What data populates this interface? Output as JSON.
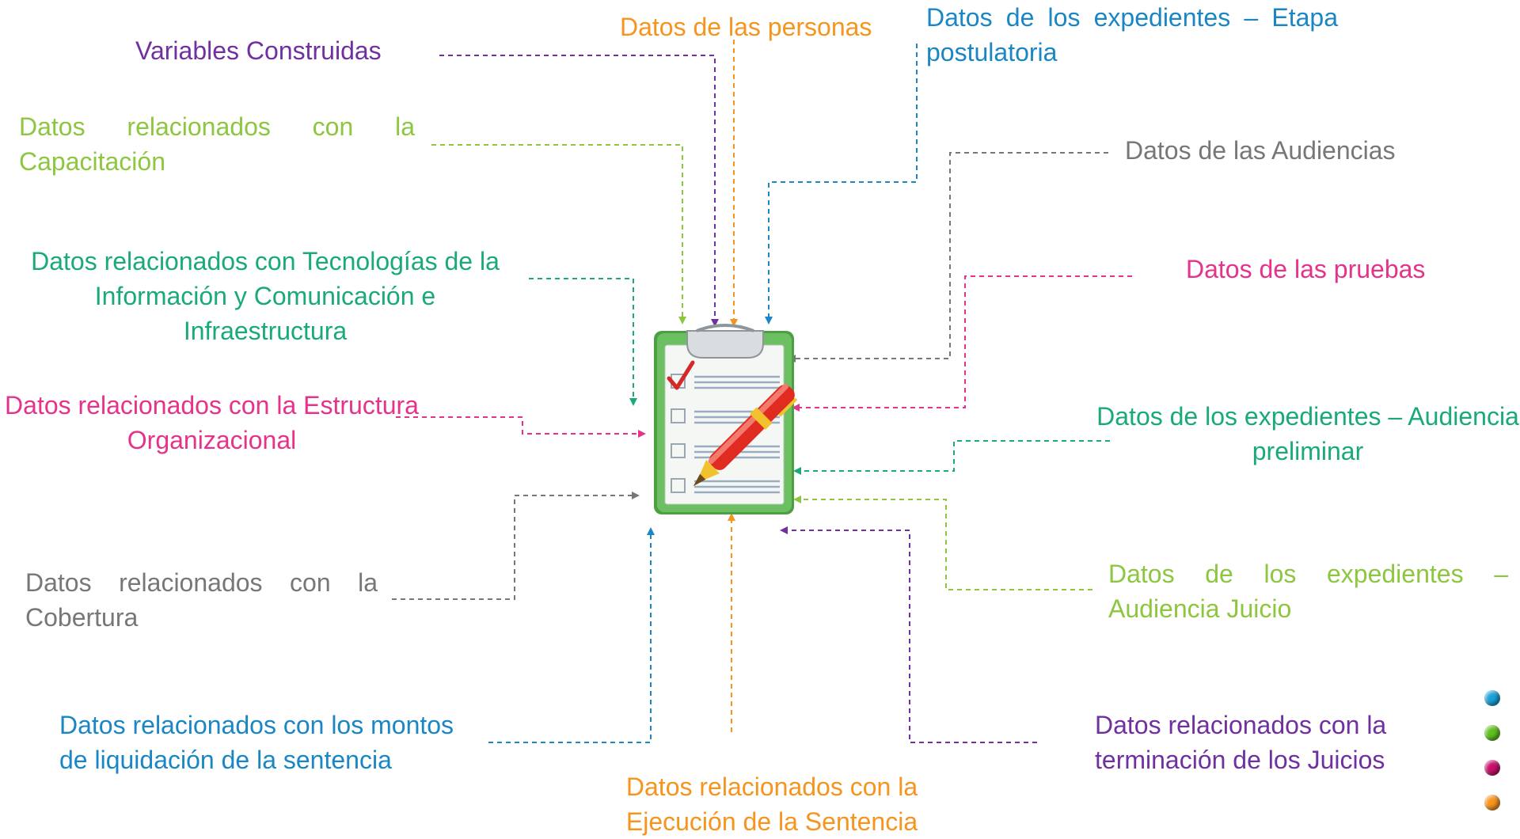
{
  "labels": {
    "variables_construidas": "Variables Construidas",
    "datos_personas": "Datos de las personas",
    "expedientes_postulatoria": "Datos de los expedientes – Etapa postulatoria",
    "capacitacion": "Datos relacionados con la Capacitación",
    "audiencias": "Datos de las Audiencias",
    "tic_infraestructura": "Datos relacionados con Tecnologías de la Información y Comunicación e Infraestructura",
    "pruebas": "Datos de las pruebas",
    "estructura_organizacional": "Datos relacionados con la Estructura Organizacional",
    "expedientes_preliminar": "Datos de los expedientes – Audiencia preliminar",
    "cobertura": "Datos relacionados con la Cobertura",
    "expedientes_juicio": "Datos de los expedientes – Audiencia Juicio",
    "montos_liquidacion": "Datos relacionados con los montos de liquidación de la sentencia",
    "terminacion_juicios": "Datos relacionados con la terminación de los Juicios",
    "ejecucion_sentencia": "Datos relacionados con la Ejecución de la Sentencia"
  },
  "colors": {
    "purple": "#7030a0",
    "orange": "#f7941d",
    "blue": "#1a87c4",
    "lightgreen": "#8dc63f",
    "gray": "#777777",
    "teal": "#1aaa7a",
    "pink": "#e5338b",
    "clipboard_green": "#5cb85c"
  },
  "center_icon": "clipboard-checklist-with-pen-icon",
  "legend_dots": [
    "#1aa0d8",
    "#5fbf1f",
    "#c8106a",
    "#f7941d"
  ]
}
